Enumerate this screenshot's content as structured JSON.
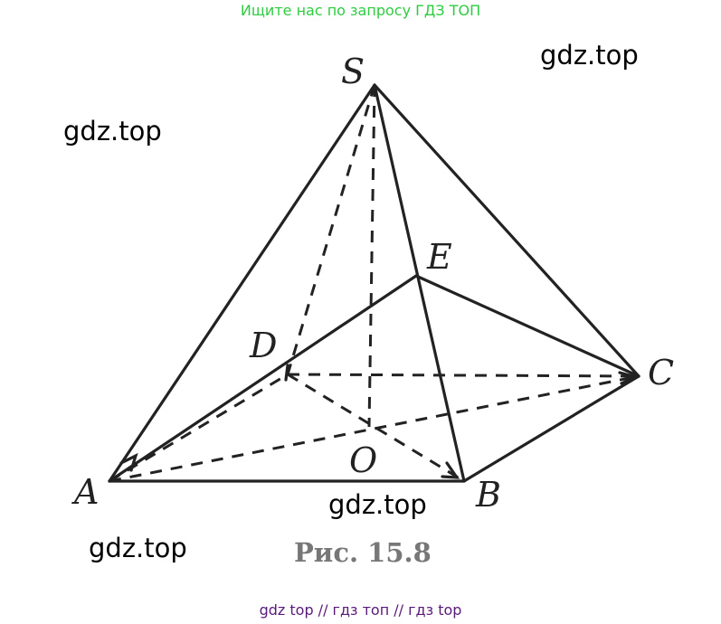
{
  "header": {
    "banner_text": "Ищите нас по запросу ГДЗ ТОП",
    "banner_color": "#2ecc40"
  },
  "watermarks": [
    "gdz.top",
    "gdz.top",
    "gdz.top",
    "gdz.top"
  ],
  "figure": {
    "vertices": {
      "S": "S",
      "E": "E",
      "D": "D",
      "C": "C",
      "O": "O",
      "A": "A",
      "B": "B"
    },
    "caption": "Рис. 15.8"
  },
  "footer": {
    "text": "gdz top  //  гдз топ  //  гдз top",
    "color": "#5a1a7a"
  }
}
